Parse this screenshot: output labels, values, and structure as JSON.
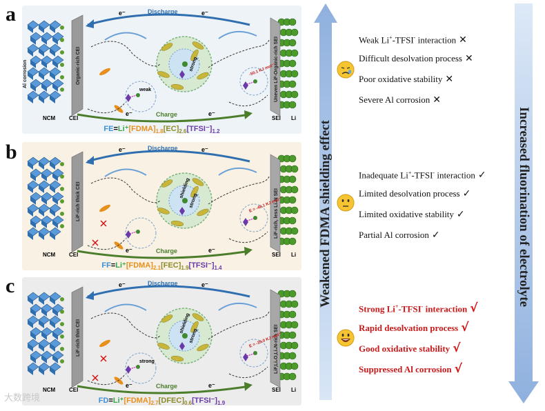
{
  "panels": [
    {
      "letter": "a",
      "bg": "#eef3f7",
      "discharge": "Discharge",
      "charge": "Charge",
      "electron": "e⁻",
      "cathode_label": "NCM",
      "cei_label": "CEI",
      "sei_label": "SEI",
      "li_label": "Li",
      "cei_desc": "Organic-rich CEI",
      "sei_desc": "Uneven LiF-Organic-rich SEI",
      "side_desc": "Al corrosion",
      "inner_word": "strong",
      "small_word": "weak",
      "energy": "-50.1 KJ mol⁻¹",
      "formula": {
        "prefix": "FE",
        "li": "Li⁺",
        "fdma": "[FDMA]",
        "fdma_sub": "1.8",
        "sol": "[EC]",
        "sol_sub": "2.6",
        "tfsi": "[TFSI⁻]",
        "tfsi_sub": "1.2"
      }
    },
    {
      "letter": "b",
      "bg": "#f8f1e4",
      "discharge": "Discharge",
      "charge": "Charge",
      "electron": "e⁻",
      "cathode_label": "NCM",
      "cei_label": "CEI",
      "sei_label": "SEI",
      "li_label": "Li",
      "cei_desc": "LiF-rich thick CEI",
      "sei_desc": "LiF-rich, less Li₃N SEI",
      "side_desc": "",
      "inner_word": "strong",
      "small_word": "",
      "shield": "shielding",
      "energy": "E = -48.1 KJ mol⁻¹",
      "formula": {
        "prefix": "FF",
        "li": "Li⁺",
        "fdma": "[FDMA]",
        "fdma_sub": "2.1",
        "sol": "[FEC]",
        "sol_sub": "1.9",
        "tfsi": "[TFSI⁻]",
        "tfsi_sub": "1.4"
      }
    },
    {
      "letter": "c",
      "bg": "#ececec",
      "discharge": "Discharge",
      "charge": "Charge",
      "electron": "e⁻",
      "cathode_label": "NCM",
      "cei_label": "CEI",
      "sei_label": "SEI",
      "li_label": "Li",
      "cei_desc": "LiF-rich thin CEI",
      "sei_desc": "LiF,Li₂O,Li₃N-rich SEI",
      "side_desc": "",
      "inner_word": "strong",
      "small_word": "strong",
      "shield": "shielding",
      "energy": "E = -39.0 KJ mol⁻¹",
      "formula": {
        "prefix": "FD",
        "li": "Li⁺",
        "fdma": "[FDMA]",
        "fdma_sub": "2.7",
        "sol": "[DFEC]",
        "sol_sub": "0.6",
        "tfsi": "[TFSI⁻]",
        "tfsi_sub": "1.9"
      }
    }
  ],
  "left_arrow_text": "Weakened FDMA shielding effect",
  "right_arrow_text": "Increased fluorination of electrolyte",
  "props_a": [
    {
      "pre": "Weak Li",
      "sup": "+",
      "post": "-TFSI",
      "sup2": "-",
      "tail": " interaction",
      "mark": "✕"
    },
    {
      "pre": "Difficult desolvation process",
      "mark": "✕"
    },
    {
      "pre": "Poor oxidative stability",
      "mark": "✕"
    },
    {
      "pre": "Severe Al corrosion",
      "mark": "✕"
    }
  ],
  "props_b": [
    {
      "pre": "Inadequate Li",
      "sup": "+",
      "post": "-TFSI",
      "sup2": "-",
      "tail": " interaction",
      "mark": "✓"
    },
    {
      "pre": "Limited desolvation process",
      "mark": "✓"
    },
    {
      "pre": "Limited oxidative stability",
      "mark": "✓"
    },
    {
      "pre": "Partial Al corrosion",
      "mark": "✓"
    }
  ],
  "props_c": [
    {
      "pre": "Strong Li",
      "sup": "+",
      "post": "-TFSI",
      "sup2": "-",
      "tail": " interaction",
      "mark": "√"
    },
    {
      "pre": "Rapid desolvation process",
      "mark": "√"
    },
    {
      "pre": "Good oxidative stability",
      "mark": "√"
    },
    {
      "pre": "Suppressed Al corrosion",
      "mark": "√"
    }
  ],
  "colors": {
    "arrow": "#a9c3e6",
    "good": "#c81a1a",
    "cathode": "#2f6fb0",
    "anode": "#3f8a2f",
    "discharge": "#2f6fb0",
    "charge": "#4b7d2b"
  },
  "watermark": "大数跨境"
}
